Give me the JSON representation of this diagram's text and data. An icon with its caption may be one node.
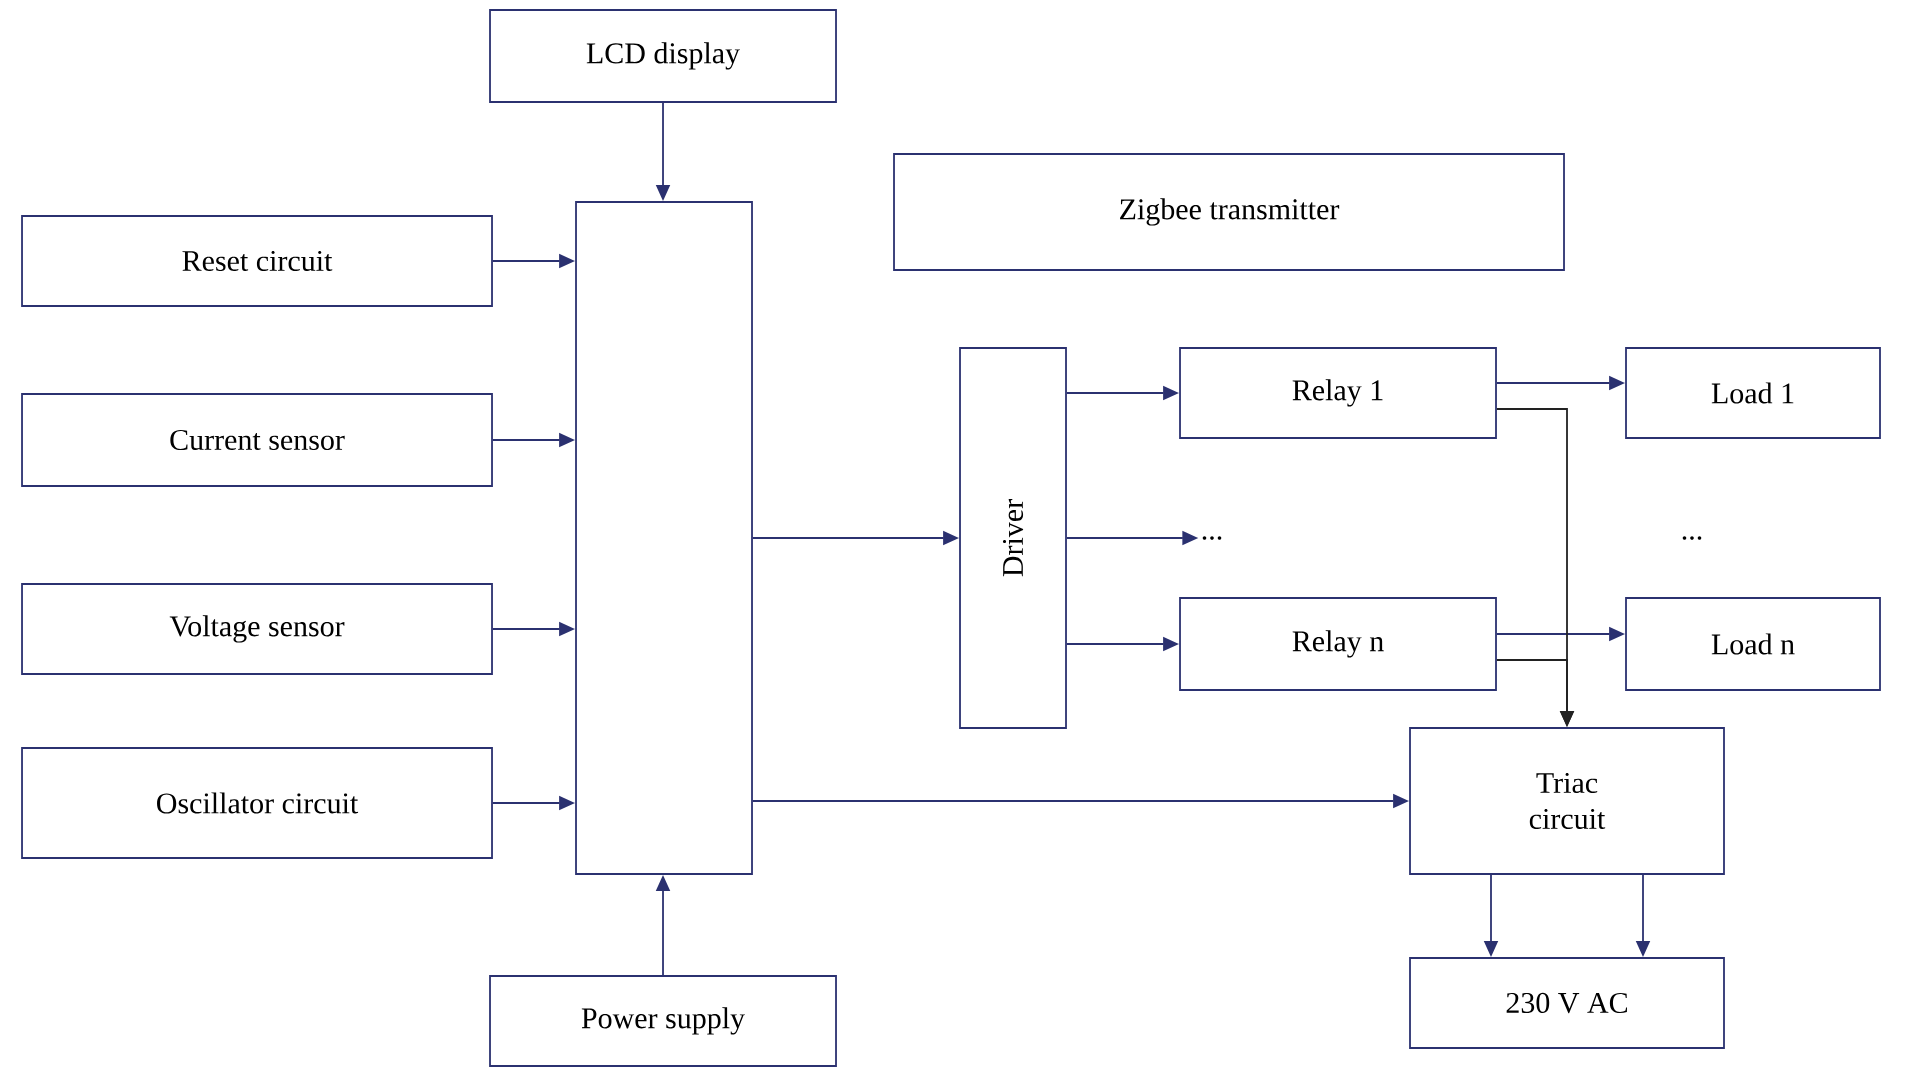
{
  "diagram": {
    "nodes": [
      {
        "text": [
          "LCD display"
        ]
      },
      {
        "text": [
          "Reset circuit"
        ]
      },
      {
        "text": [
          "Current sensor"
        ]
      },
      {
        "text": [
          "Voltage sensor"
        ]
      },
      {
        "text": [
          "Oscillator circuit"
        ]
      },
      {
        "text": [],
        "shape": "box"
      },
      {
        "text": [
          "Power supply"
        ]
      },
      {
        "text": [
          "Zigbee transmitter"
        ]
      },
      {
        "text": [
          "Driver"
        ]
      },
      {
        "text": [
          "Relay 1"
        ]
      },
      {
        "text": [
          "..."
        ]
      },
      {
        "text": [
          "Relay n"
        ]
      },
      {
        "text": [
          "Load 1"
        ]
      },
      {
        "text": [
          "Load n"
        ]
      },
      {
        "text": [
          "Triac circuit"
        ]
      },
      {
        "text": [
          "230 V AC"
        ]
      }
    ],
    "edges": [
      {
        "from": 0,
        "to": 5,
        "arrow": "to"
      },
      {
        "from": 1,
        "to": 5,
        "arrow": "to"
      },
      {
        "from": 2,
        "to": 5,
        "arrow": "to"
      },
      {
        "from": 3,
        "to": 5,
        "arrow": "to"
      },
      {
        "from": 4,
        "to": 5,
        "arrow": "to"
      },
      {
        "from": 6,
        "to": 5,
        "arrow": "to"
      },
      {
        "from": 5,
        "to": 8,
        "arrow": "to"
      },
      {
        "from": 5,
        "to": 14,
        "arrow": "to"
      },
      {
        "from": 8,
        "to": 9,
        "arrow": "to"
      },
      {
        "from": 8,
        "to": 10,
        "arrow": "to"
      },
      {
        "from": 8,
        "to": 11,
        "arrow": "to"
      },
      {
        "from": 9,
        "to": 12,
        "arrow": "to"
      },
      {
        "from": 11,
        "to": 13,
        "arrow": "to"
      },
      {
        "from": 9,
        "to": 14,
        "arrow": "to",
        "color": "#222222"
      },
      {
        "from": 11,
        "to": 14,
        "arrow": "to",
        "color": "#222222"
      },
      {
        "from": 14,
        "to": 15,
        "arrow": "to"
      },
      {
        "from": 14,
        "to": 15,
        "arrow": "to"
      }
    ],
    "labels": [
      "..."
    ]
  }
}
